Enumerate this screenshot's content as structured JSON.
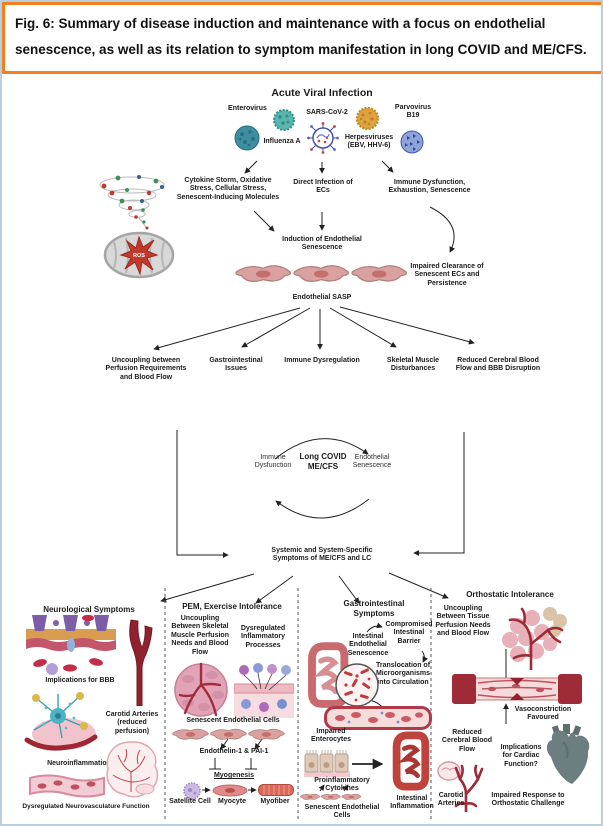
{
  "caption": {
    "text": "Fig. 6: Summary of disease induction and maintenance with a focus on endothelial senescence, as well as its relation to symptom manifestation in long COVID and ME/CFS."
  },
  "figure": {
    "title": "Acute Viral Infection",
    "ros": "ROS",
    "viruses": {
      "enterovirus": "Enterovirus",
      "influenza": "Influenza A",
      "sars": "SARS-CoV-2",
      "herpes": "Herpesviruses (EBV, HHV-6)",
      "parvo": "Parvovirus B19"
    },
    "causes": {
      "cytokine": "Cytokine Storm, Oxidative Stress, Cellular Stress, Senescent-Inducing Molecules",
      "direct": "Direct Infection of ECs",
      "immune": "Immune Dysfunction, Exhaustion, Senescence"
    },
    "induction": "Induction of Endothelial Senescence",
    "impaired_clearance": "Impaired Clearance of Senescent ECs and Persistence",
    "sasp": "Endothelial SASP",
    "branches": [
      "Uncoupling between Perfusion Requirements and Blood Flow",
      "Gastrointestinal Issues",
      "Immune Dysregulation",
      "Skeletal Muscle Disturbances",
      "Reduced Cerebral Blood Flow and BBB Disruption"
    ],
    "cycle": {
      "left": "Immune Dysfunction",
      "center": "Long COVID ME/CFS",
      "right": "Endothelial Senescence"
    },
    "systemic": "Systemic and System-Specific Symptoms of ME/CFS and LC"
  },
  "panels": {
    "neuro": {
      "title": "Neurological Symptoms",
      "bbb": "Implications for BBB",
      "carotid": "Carotid Arteries (reduced perfusion)",
      "neuroinflammation": "Neuroinflammation",
      "neurovasculature": "Dysregulated Neurovasculature Function"
    },
    "pem": {
      "title": "PEM, Exercise Intolerance",
      "uncoupling": "Uncoupling Between Skeletal Muscle Perfusion Needs and Blood Flow",
      "inflammatory": "Dysregulated Inflammatory Processes",
      "senescent_ecs": "Senescent Endothelial Cells",
      "endothelin": "Endothelin-1 & PAI-1",
      "myogenesis": "Myogenesis",
      "satellite": "Satellite Cell",
      "myocyte": "Myocyte",
      "myofiber": "Myofiber"
    },
    "gi": {
      "title": "Gastrointestinal Symptoms",
      "intestinal_es": "Intestinal Endothelial Senescence",
      "compromised": "Compromised Intestinal Barrier",
      "translocation": "Translocation of Microorganisms into Circulation",
      "impaired_enterocytes": "Impaired Enterocytes",
      "proinflammatory": "Proinflammatory Cytokines",
      "senescent_ecs": "Senescent Endothelial Cells",
      "inflammation": "Intestinal Inflammation"
    },
    "ortho": {
      "title": "Orthostatic Intolerance",
      "uncoupling": "Uncoupling Between Tissue Perfusion Needs and Blood Flow",
      "vasoconstriction": "Vasoconstriction Favoured",
      "reduced_cbf": "Reduced Cerebral Blood Flow",
      "carotid": "Carotid Arteries",
      "cardiac": "Implications for Cardiac Function?",
      "impaired_response": "Impaired Response to Orthostatic Challenge"
    }
  },
  "icons": [
    "enterovirus-icon",
    "influenza-icon",
    "sars-cov-2-icon",
    "herpesvirus-icon",
    "parvovirus-icon",
    "molecule-storm-icon",
    "mitochondria-ros-icon",
    "endothelial-cells-icon",
    "bbb-icon",
    "carotid-artery-icon",
    "neuron-icon",
    "microvessel-icon",
    "brain-icon",
    "muscle-cross-section-icon",
    "inflammatory-cells-icon",
    "satellite-cell-icon",
    "myocyte-icon",
    "myofiber-icon",
    "intestine-icon",
    "microbe-magnifier-icon",
    "blood-vessel-icon",
    "enterocytes-icon",
    "inflamed-intestine-icon",
    "tissue-perfusion-icon",
    "constricted-vessel-icon",
    "brain-carotid-icon",
    "heart-icon"
  ],
  "colors": {
    "caption_border": "#f57e20",
    "outer_border": "#b9cfdd",
    "text": "#1a1a1a",
    "endothelial_pink": "#d9a2a0",
    "artery_red": "#8f222e",
    "heart_gray": "#6d7e80",
    "teal_virus": "#4aa9a0",
    "blue_virus": "#4455aa",
    "orange_virus": "#dfa33e"
  }
}
